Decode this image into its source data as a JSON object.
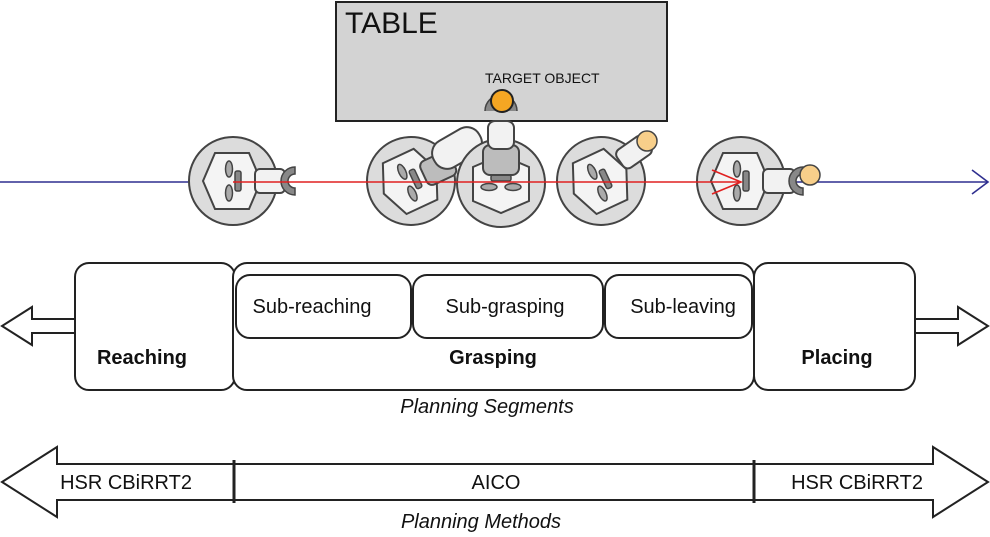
{
  "table": {
    "label": "TABLE",
    "target_label": "TARGET OBJECT"
  },
  "colors": {
    "blue_path": "#2f2f8f",
    "red_path": "#e02020",
    "table_fill": "#d3d3d3",
    "target_orange": "#f5a623",
    "target_light": "#f8cf8a"
  },
  "segments": {
    "reaching": "Reaching",
    "grasping": "Grasping",
    "placing": "Placing",
    "sub_reaching": "Sub-reaching",
    "sub_grasping": "Sub-grasping",
    "sub_leaving": "Sub-leaving",
    "caption": "Planning Segments"
  },
  "methods": {
    "left": "HSR CBiRRT2",
    "center": "AICO",
    "right": "HSR CBiRRT2",
    "caption": "Planning Methods"
  }
}
